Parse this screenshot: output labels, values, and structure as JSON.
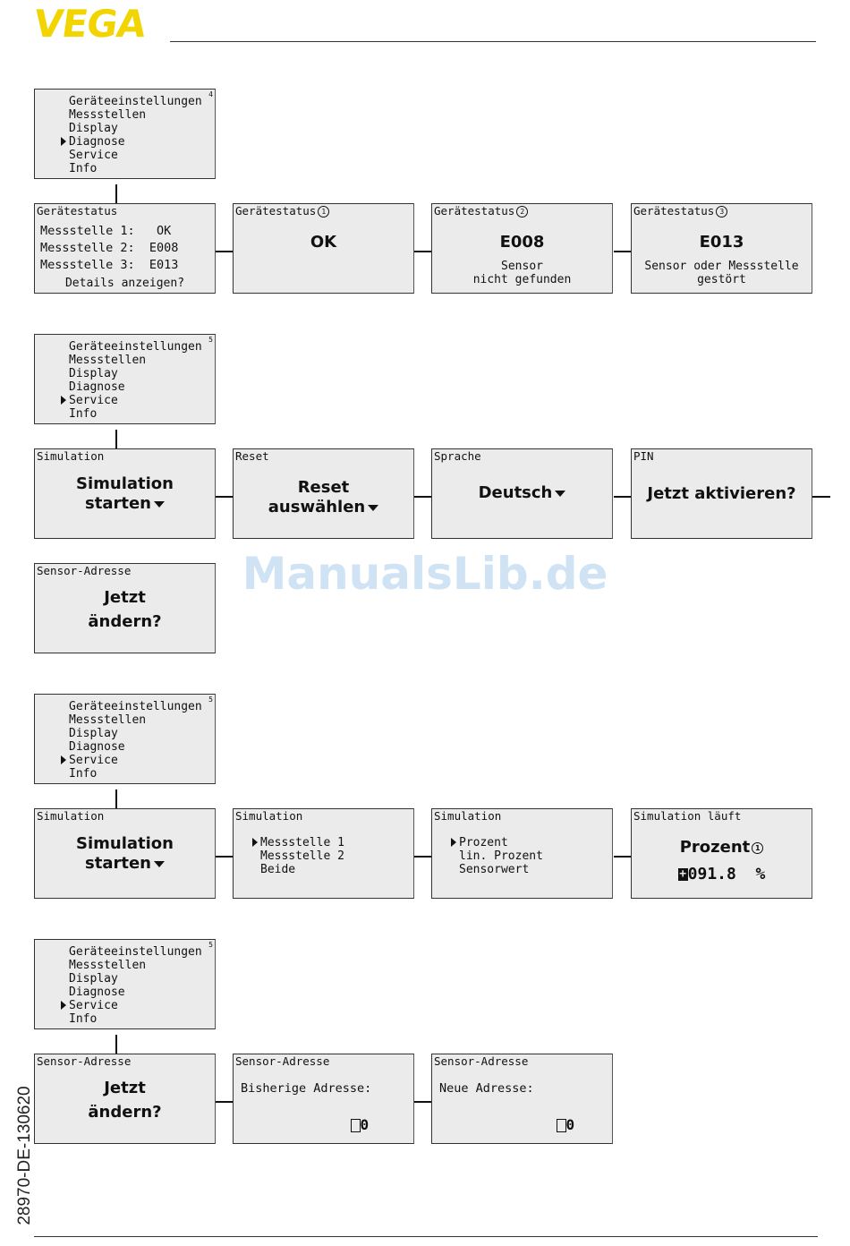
{
  "header": {
    "logo": "VEGA"
  },
  "watermark": "ManualsLib.de",
  "doc_number": "28970-DE-130620",
  "menu_items": [
    "Geräteeinstellungen",
    "Messstellen",
    "Display",
    "Diagnose",
    "Service",
    "Info"
  ],
  "section1": {
    "menu_page": "4",
    "status_box": {
      "header": "Gerätestatus",
      "rows": [
        "Messstelle 1:   OK",
        "Messstelle 2:  E008",
        "Messstelle 3:  E013"
      ],
      "footer": "Details anzeigen?"
    },
    "box1": {
      "header": "Gerätestatus",
      "marker": "1",
      "value": "OK"
    },
    "box2": {
      "header": "Gerätestatus",
      "marker": "2",
      "value": "E008",
      "line1": "Sensor",
      "line2": "nicht gefunden"
    },
    "box3": {
      "header": "Gerätestatus",
      "marker": "3",
      "value": "E013",
      "line1": "Sensor oder Messstelle",
      "line2": "gestört"
    }
  },
  "section2": {
    "menu_page": "5",
    "sim": {
      "header": "Simulation",
      "line1": "Simulation",
      "line2": "starten"
    },
    "reset": {
      "header": "Reset",
      "line1": "Reset",
      "line2": "auswählen"
    },
    "lang": {
      "header": "Sprache",
      "value": "Deutsch"
    },
    "pin": {
      "header": "PIN",
      "value": "Jetzt aktivieren?"
    },
    "addr": {
      "header": "Sensor-Adresse",
      "line1": "Jetzt",
      "line2": "ändern?"
    }
  },
  "section3": {
    "menu_page": "5",
    "sim": {
      "header": "Simulation",
      "line1": "Simulation",
      "line2": "starten"
    },
    "sim2": {
      "header": "Simulation",
      "items": [
        "Messstelle 1",
        "Messstelle 2",
        "Beide"
      ]
    },
    "sim3": {
      "header": "Simulation",
      "items": [
        "Prozent",
        "lin. Prozent",
        "Sensorwert"
      ]
    },
    "sim4": {
      "header": "Simulation läuft",
      "label": "Prozent",
      "marker": "1",
      "value": "091.8",
      "unit": "%"
    }
  },
  "section4": {
    "menu_page": "5",
    "addr": {
      "header": "Sensor-Adresse",
      "line1": "Jetzt",
      "line2": "ändern?"
    },
    "prev": {
      "header": "Sensor-Adresse",
      "label": "Bisherige Adresse:",
      "value": "0"
    },
    "new": {
      "header": "Sensor-Adresse",
      "label": "Neue Adresse:",
      "value": "0"
    }
  }
}
